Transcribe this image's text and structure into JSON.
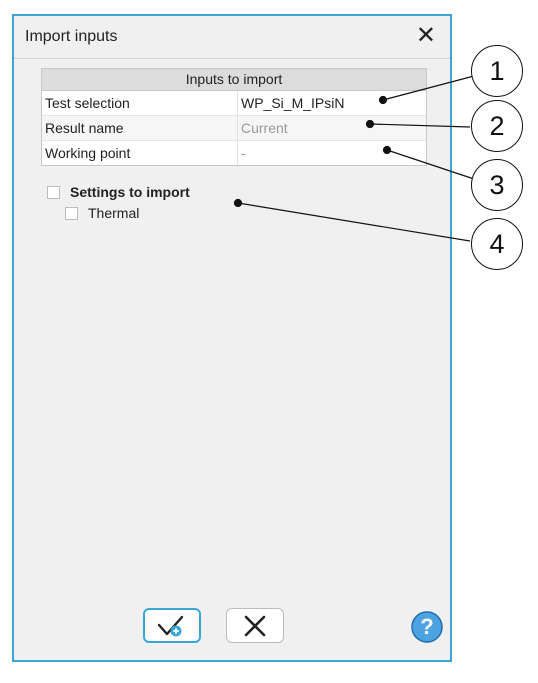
{
  "dialog": {
    "title": "Import inputs",
    "close_symbol": "✕"
  },
  "inputs_table": {
    "header": "Inputs to import",
    "rows": [
      {
        "label": "Test selection",
        "value": "WP_Si_M_IPsiN"
      },
      {
        "label": "Result name",
        "value": "Current"
      },
      {
        "label": "Working point",
        "value": "-"
      }
    ]
  },
  "settings": {
    "group_label": "Settings to import",
    "items": [
      {
        "label": "Thermal"
      }
    ]
  },
  "callouts": [
    "1",
    "2",
    "3",
    "4"
  ],
  "buttons": {
    "ok_icon": "check-add-icon",
    "cancel_icon": "cross-icon",
    "help_symbol": "?"
  },
  "colors": {
    "accent": "#3aa6d6",
    "muted_text": "#9a9a9a"
  }
}
